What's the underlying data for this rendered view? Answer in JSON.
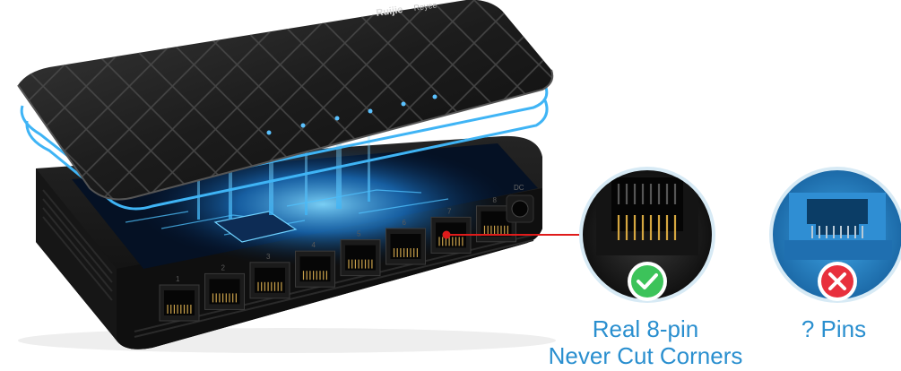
{
  "brand": {
    "logo_text": "Ruijie",
    "sub_logo_text": "Reyee"
  },
  "ports": {
    "numbers": [
      "1",
      "2",
      "3",
      "4",
      "5",
      "6",
      "7",
      "8"
    ],
    "dc_label": "DC"
  },
  "comparison": {
    "good": {
      "line1": "Real 8-pin",
      "line2": "Never Cut Corners",
      "badge_color": "#3cc35a"
    },
    "bad": {
      "line1": "?  Pins",
      "badge_color": "#e8303d"
    }
  },
  "colors": {
    "accent_blue": "#2a8fcf",
    "glow_blue": "#3fb4f5",
    "leader_red": "#e01b1b"
  }
}
